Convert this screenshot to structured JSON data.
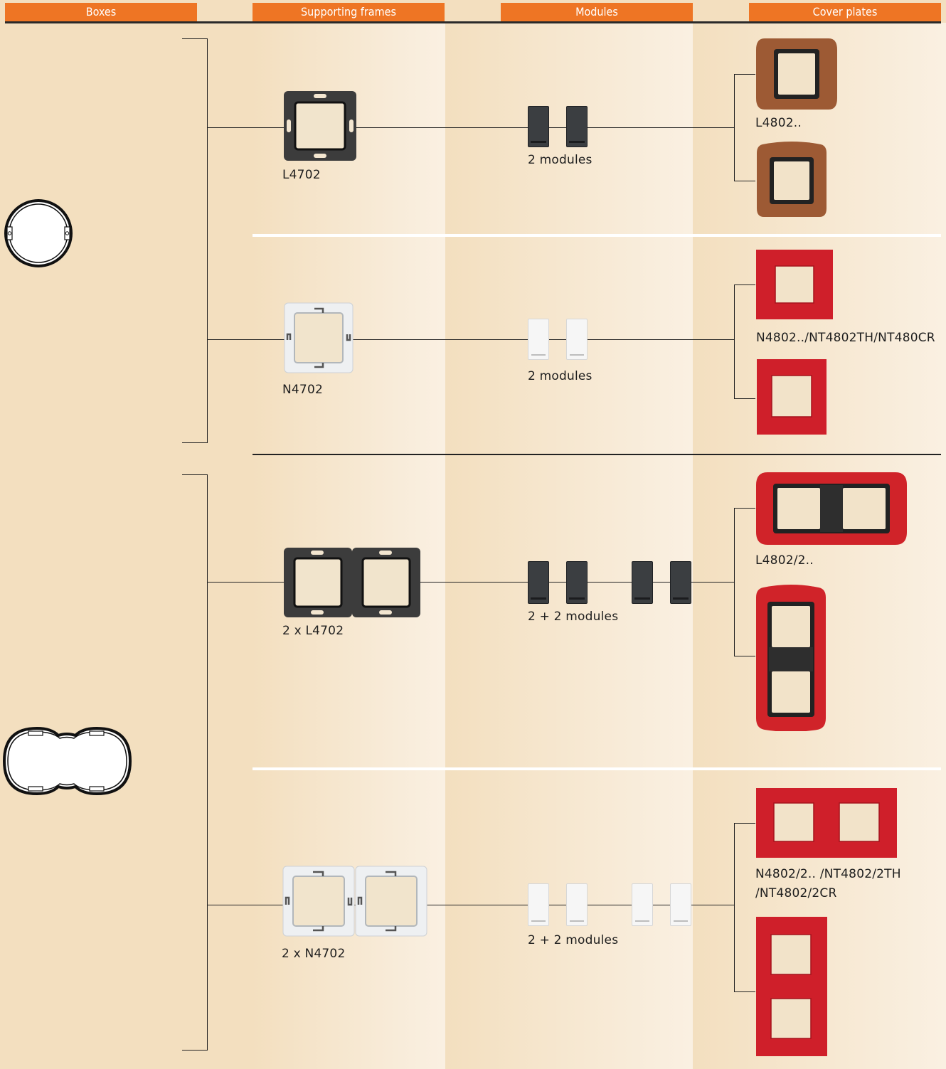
{
  "headers": {
    "boxes": "Boxes",
    "supporting_frames": "Supporting frames",
    "modules": "Modules",
    "cover_plates": "Cover plates"
  },
  "colors": {
    "header_orange": "#ee7524",
    "bg_light": "#f3dfbf",
    "bg_fade": "#faefe0",
    "plate_brown": "#9d5a34",
    "plate_red": "#cf1f2a"
  },
  "rows": [
    {
      "frame_code": "L4702",
      "modules_label": "2 modules",
      "plate_code": "L4802.."
    },
    {
      "frame_code": "N4702",
      "modules_label": "2 modules",
      "plate_code": "N4802../NT4802TH/NT480CR"
    },
    {
      "frame_code": "2 x L4702",
      "modules_label": "2 + 2 modules",
      "plate_code": "L4802/2.."
    },
    {
      "frame_code": "2 x N4702",
      "modules_label": "2 + 2 modules",
      "plate_code_line1": "N4802/2.. /NT4802/2TH",
      "plate_code_line2": "/NT4802/2CR"
    }
  ],
  "icons": {
    "single_box": "round-single-box-icon",
    "double_box": "round-double-box-icon"
  }
}
